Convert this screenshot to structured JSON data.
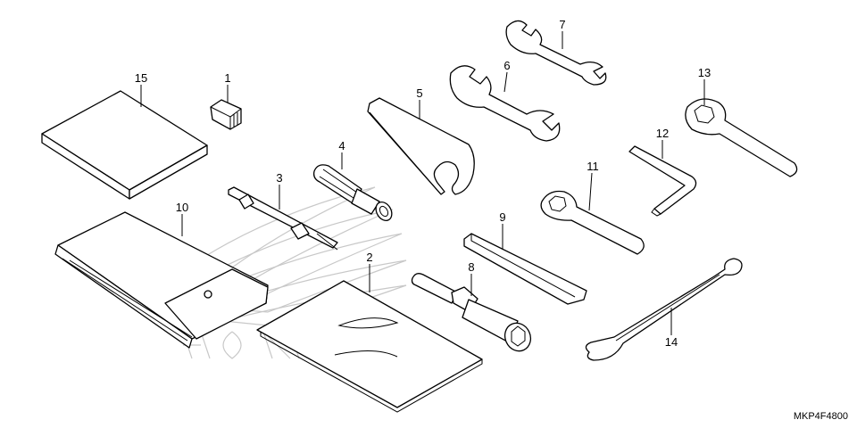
{
  "diagram_code": "MKP4F4800",
  "callouts": [
    {
      "number": "1",
      "part": "plug"
    },
    {
      "number": "2",
      "part": "bag"
    },
    {
      "number": "3",
      "part": "screwdriver-bit"
    },
    {
      "number": "4",
      "part": "screwdriver-handle"
    },
    {
      "number": "5",
      "part": "pin-spanner"
    },
    {
      "number": "6",
      "part": "open-end-wrench"
    },
    {
      "number": "7",
      "part": "open-end-wrench-small"
    },
    {
      "number": "8",
      "part": "socket-wrench"
    },
    {
      "number": "9",
      "part": "extension-bar"
    },
    {
      "number": "10",
      "part": "tool-bag"
    },
    {
      "number": "11",
      "part": "ring-wrench"
    },
    {
      "number": "12",
      "part": "hex-key"
    },
    {
      "number": "13",
      "part": "ring-wrench-large"
    },
    {
      "number": "14",
      "part": "helmet-holder-cable"
    },
    {
      "number": "15",
      "part": "manual"
    }
  ],
  "watermark": "HONDA"
}
